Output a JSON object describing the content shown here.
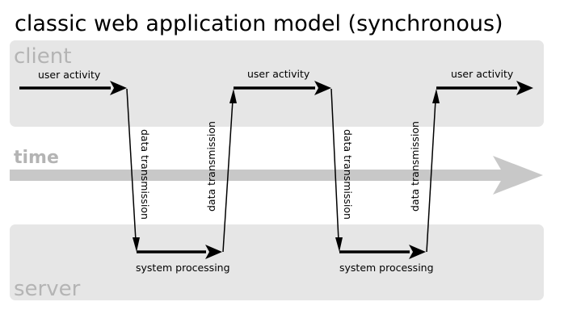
{
  "title": "classic web application model (synchronous)",
  "lanes": {
    "client": "client",
    "time": "time",
    "server": "server"
  },
  "user_activity": [
    "user activity",
    "user activity",
    "user activity"
  ],
  "data_down": [
    "data transmission",
    "data transmission"
  ],
  "data_up": [
    "data transmission",
    "data transmission"
  ],
  "system_processing": [
    "system processing",
    "system processing"
  ],
  "colors": {
    "lane_background": "#e6e6e6",
    "time_arrow": "#c8c8c8",
    "label_gray": "#b4b4b4",
    "arrows": "#000000"
  }
}
